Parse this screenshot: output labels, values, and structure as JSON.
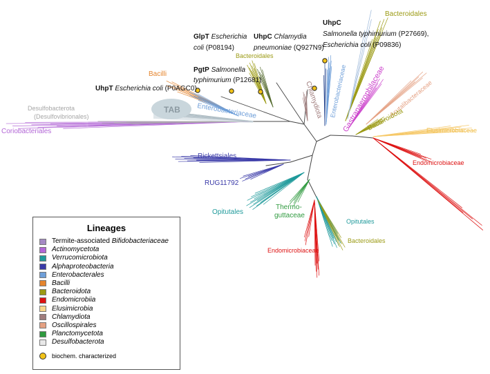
{
  "colors": {
    "Termite-associated Bifidobacteriaceae": "#a58ac4",
    "Actinomycetota": "#b266d6",
    "Verrucomicrobiota": "#1f9a9b",
    "Alphaproteobacteria": "#3a3aa8",
    "Enterobacterales": "#6f9fd9",
    "Bacilli": "#e5852e",
    "Bacteroidota": "#9b9a14",
    "Endomicrobiia": "#dd1111",
    "Elusimicrobia": "#f8d68a",
    "Chlamydiota": "#a07d7d",
    "Oscillospirales": "#e5a183",
    "Planctomycetota": "#2f9a3f",
    "Desulfobacterota": "#e8e8e8",
    "characterized": "#f2c318"
  },
  "legend": {
    "title": "Lineages",
    "items": [
      {
        "prefix": "Termite-associated ",
        "name": "Bifidobacteriaceae",
        "color": "#a58ac4"
      },
      {
        "prefix": "",
        "name": "Actinomycetota",
        "color": "#b266d6"
      },
      {
        "prefix": "",
        "name": "Verrucomicrobiota",
        "color": "#1f9a9b"
      },
      {
        "prefix": "",
        "name": "Alphaproteobacteria",
        "color": "#3a3aa8"
      },
      {
        "prefix": "",
        "name": "Enterobacterales",
        "color": "#6f9fd9"
      },
      {
        "prefix": "",
        "name": "Bacilli",
        "color": "#e5852e"
      },
      {
        "prefix": "",
        "name": "Bacteroidota",
        "color": "#9b9a14"
      },
      {
        "prefix": "",
        "name": "Endomicrobiia",
        "color": "#dd1111"
      },
      {
        "prefix": "",
        "name": "Elusimicrobia",
        "color": "#f8d68a"
      },
      {
        "prefix": "",
        "name": "Chlamydiota",
        "color": "#a07d7d"
      },
      {
        "prefix": "",
        "name": "Oscillospirales",
        "color": "#e5a183"
      },
      {
        "prefix": "",
        "name": "Planctomycetota",
        "color": "#2f9a3f"
      },
      {
        "prefix": "",
        "name": "Desulfobacterota",
        "color": "#e8e8e8"
      }
    ],
    "characterized_label": "biochem. characterized"
  },
  "clades": {
    "bacteroidales_top": "Bacteroidales",
    "bacteroidales_mid": "Bacteroidales",
    "bacilli": "Bacilli",
    "enterobacteriaceae_left": "Enterobacteriaceae",
    "enterobacteriaceae_top": "Enterobacteriaceae",
    "tab": "TAB",
    "desulfo_1": "Desulfobacterota",
    "desulfo_2": "(Desulfovibrionales)",
    "coriobacteriales": "Coriobacteriales",
    "chlamydiota": "Chlamydiota",
    "gastranaerophilaceae": "Gastranaerophilaceae",
    "acutalibacteraceae": "Acutalibacteraceae",
    "bacteroidota": "Bacteroidota",
    "elusimicrobiaceae": "Elusimicrobiaceae",
    "endomicrobiaceae_right": "Endomicrobiaceae",
    "rickettsiales": "Rickettsiales",
    "rug": "RUG11792",
    "opitutales_left": "Opitutales",
    "thermo_1": "Thermo-",
    "thermo_2": "guttaceae",
    "opitutales_right": "Opitutales",
    "bacteroidales_low": "Bacteroidales",
    "endomicrobiaceae_low": "Endomicrobiaceae"
  },
  "proteins": {
    "uhpc_top": {
      "gene": "UhpC",
      "org1": "Salmonella typhimurium",
      "acc1": "(P27669),",
      "org2": "Escherichia coli",
      "acc2": "(P09836)"
    },
    "glpt": {
      "gene": "GlpT",
      "org_a": "Escherichia",
      "org_b": "coli",
      "acc": "(P08194)"
    },
    "uhpc_chl": {
      "gene": "UhpC",
      "org_a": "Chlamydia",
      "org_b": "pneumoniae",
      "acc": "(Q927N9)"
    },
    "pgtp": {
      "gene": "PgtP",
      "org_a": "Salmonella",
      "org_b": "typhimurium",
      "acc": "(P12681)"
    },
    "uhpt": {
      "gene": "UhpT",
      "org": "Escherichia coli",
      "acc": "(P0AGC0)"
    }
  }
}
